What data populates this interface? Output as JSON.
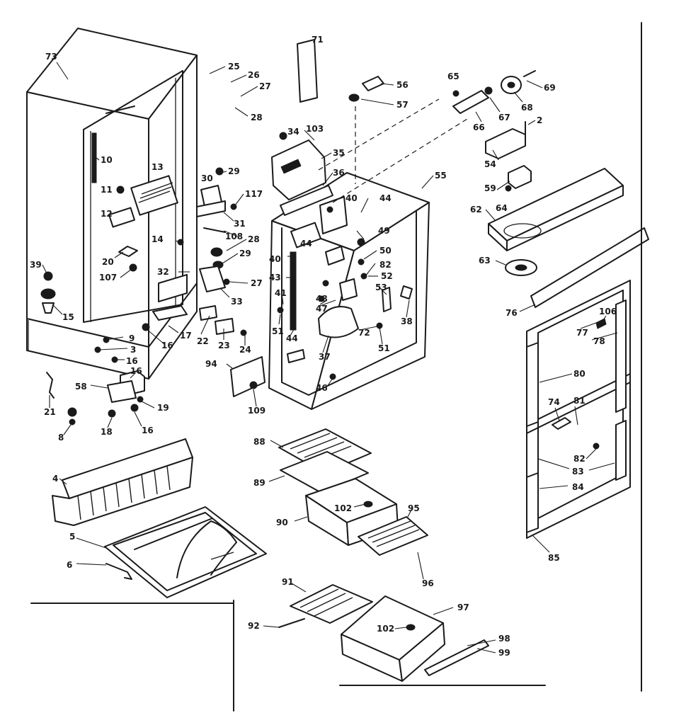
{
  "callouts": [
    {
      "id": "c71",
      "text": "71"
    },
    {
      "id": "c73",
      "text": "73"
    },
    {
      "id": "c25",
      "text": "25"
    },
    {
      "id": "c26a",
      "text": "26"
    },
    {
      "id": "c27a",
      "text": "27"
    },
    {
      "id": "c28a",
      "text": "28"
    },
    {
      "id": "c56",
      "text": "56"
    },
    {
      "id": "c57",
      "text": "57"
    },
    {
      "id": "c65",
      "text": "65"
    },
    {
      "id": "c69",
      "text": "69"
    },
    {
      "id": "c68",
      "text": "68"
    },
    {
      "id": "c67",
      "text": "67"
    },
    {
      "id": "c66",
      "text": "66"
    },
    {
      "id": "c2",
      "text": "2"
    },
    {
      "id": "c10",
      "text": "10"
    },
    {
      "id": "c34",
      "text": "34"
    },
    {
      "id": "c103",
      "text": "103"
    },
    {
      "id": "c35",
      "text": "35"
    },
    {
      "id": "c36a",
      "text": "36"
    },
    {
      "id": "c55",
      "text": "55"
    },
    {
      "id": "c54",
      "text": "54"
    },
    {
      "id": "c13",
      "text": "13"
    },
    {
      "id": "c30",
      "text": "30"
    },
    {
      "id": "c29a",
      "text": "29"
    },
    {
      "id": "c11",
      "text": "11"
    },
    {
      "id": "c117",
      "text": "117"
    },
    {
      "id": "c40a",
      "text": "40"
    },
    {
      "id": "c44a",
      "text": "44"
    },
    {
      "id": "c59",
      "text": "59"
    },
    {
      "id": "c64",
      "text": "64"
    },
    {
      "id": "c62",
      "text": "62"
    },
    {
      "id": "c12",
      "text": "12"
    },
    {
      "id": "c31",
      "text": "31"
    },
    {
      "id": "c108",
      "text": "108"
    },
    {
      "id": "c28b",
      "text": "28"
    },
    {
      "id": "c49",
      "text": "49"
    },
    {
      "id": "c14",
      "text": "14"
    },
    {
      "id": "c29b",
      "text": "29"
    },
    {
      "id": "c44b",
      "text": "44"
    },
    {
      "id": "c50",
      "text": "50"
    },
    {
      "id": "c20",
      "text": "20"
    },
    {
      "id": "c40b",
      "text": "40"
    },
    {
      "id": "c82a",
      "text": "82"
    },
    {
      "id": "c63",
      "text": "63"
    },
    {
      "id": "c39",
      "text": "39"
    },
    {
      "id": "c32",
      "text": "32"
    },
    {
      "id": "c43",
      "text": "43"
    },
    {
      "id": "c107",
      "text": "107"
    },
    {
      "id": "c52",
      "text": "52"
    },
    {
      "id": "c27b",
      "text": "27"
    },
    {
      "id": "c53",
      "text": "53"
    },
    {
      "id": "c41",
      "text": "41"
    },
    {
      "id": "c33",
      "text": "33"
    },
    {
      "id": "c48",
      "text": "48"
    },
    {
      "id": "c38",
      "text": "38"
    },
    {
      "id": "c15",
      "text": "15"
    },
    {
      "id": "c76",
      "text": "76"
    },
    {
      "id": "c47",
      "text": "47"
    },
    {
      "id": "c106",
      "text": "106"
    },
    {
      "id": "c77",
      "text": "77"
    },
    {
      "id": "c17",
      "text": "17"
    },
    {
      "id": "c51a",
      "text": "51"
    },
    {
      "id": "c72",
      "text": "72"
    },
    {
      "id": "c78",
      "text": "78"
    },
    {
      "id": "c9",
      "text": "9"
    },
    {
      "id": "c22",
      "text": "22"
    },
    {
      "id": "c44c",
      "text": "44"
    },
    {
      "id": "c16a",
      "text": "16"
    },
    {
      "id": "c23",
      "text": "23"
    },
    {
      "id": "c24",
      "text": "24"
    },
    {
      "id": "c37",
      "text": "37"
    },
    {
      "id": "c51b",
      "text": "51"
    },
    {
      "id": "c3",
      "text": "3"
    },
    {
      "id": "c16b",
      "text": "16"
    },
    {
      "id": "c94",
      "text": "94"
    },
    {
      "id": "c80",
      "text": "80"
    },
    {
      "id": "c46",
      "text": "46"
    },
    {
      "id": "c16c",
      "text": "16"
    },
    {
      "id": "c58",
      "text": "58"
    },
    {
      "id": "c19",
      "text": "19"
    },
    {
      "id": "c109",
      "text": "109"
    },
    {
      "id": "c74",
      "text": "74"
    },
    {
      "id": "c81",
      "text": "81"
    },
    {
      "id": "c21",
      "text": "21"
    },
    {
      "id": "c18",
      "text": "18"
    },
    {
      "id": "c16d",
      "text": "16"
    },
    {
      "id": "c8",
      "text": "8"
    },
    {
      "id": "c88",
      "text": "88"
    },
    {
      "id": "c82b",
      "text": "82"
    },
    {
      "id": "c83",
      "text": "83"
    },
    {
      "id": "c4",
      "text": "4"
    },
    {
      "id": "c89",
      "text": "89"
    },
    {
      "id": "c84",
      "text": "84"
    },
    {
      "id": "c102a",
      "text": "102"
    },
    {
      "id": "c95",
      "text": "95"
    },
    {
      "id": "c90",
      "text": "90"
    },
    {
      "id": "c5",
      "text": "5"
    },
    {
      "id": "c85",
      "text": "85"
    },
    {
      "id": "c6",
      "text": "6"
    },
    {
      "id": "c96",
      "text": "96"
    },
    {
      "id": "c91",
      "text": "91"
    },
    {
      "id": "c97",
      "text": "97"
    },
    {
      "id": "c92",
      "text": "92"
    },
    {
      "id": "c102b",
      "text": "102"
    },
    {
      "id": "c98",
      "text": "98"
    },
    {
      "id": "c99",
      "text": "99"
    }
  ]
}
